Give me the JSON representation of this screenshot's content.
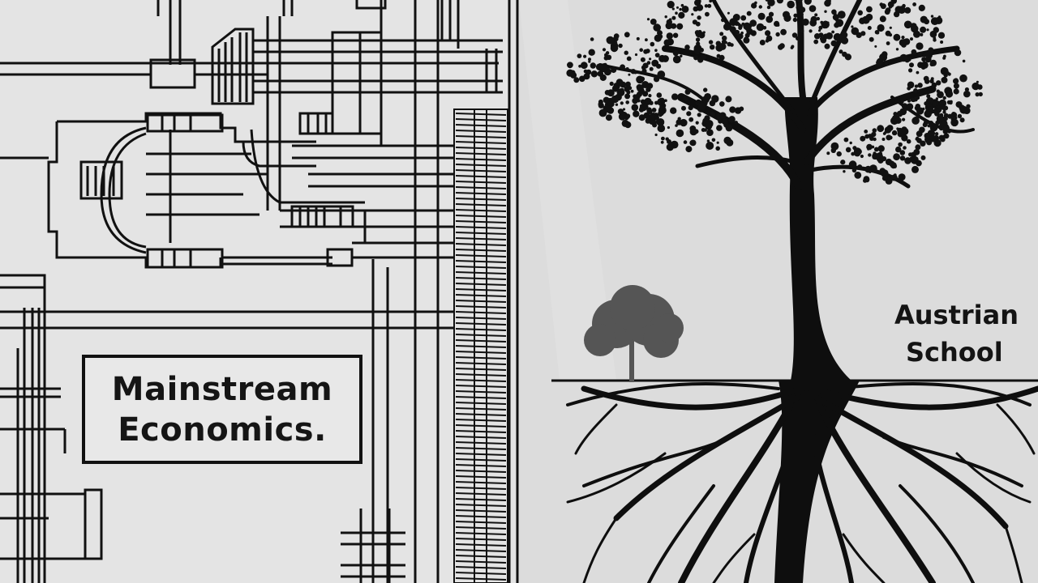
{
  "left_panel": {
    "label_line_1": "Mainstream",
    "label_line_2": "Economics."
  },
  "right_panel": {
    "label_line_1": "Austrian",
    "label_line_2": "School"
  },
  "colors": {
    "background_left": "#e4e4e4",
    "background_right": "#dcdcdc",
    "ink": "#111111",
    "small_tree": "#555555"
  }
}
